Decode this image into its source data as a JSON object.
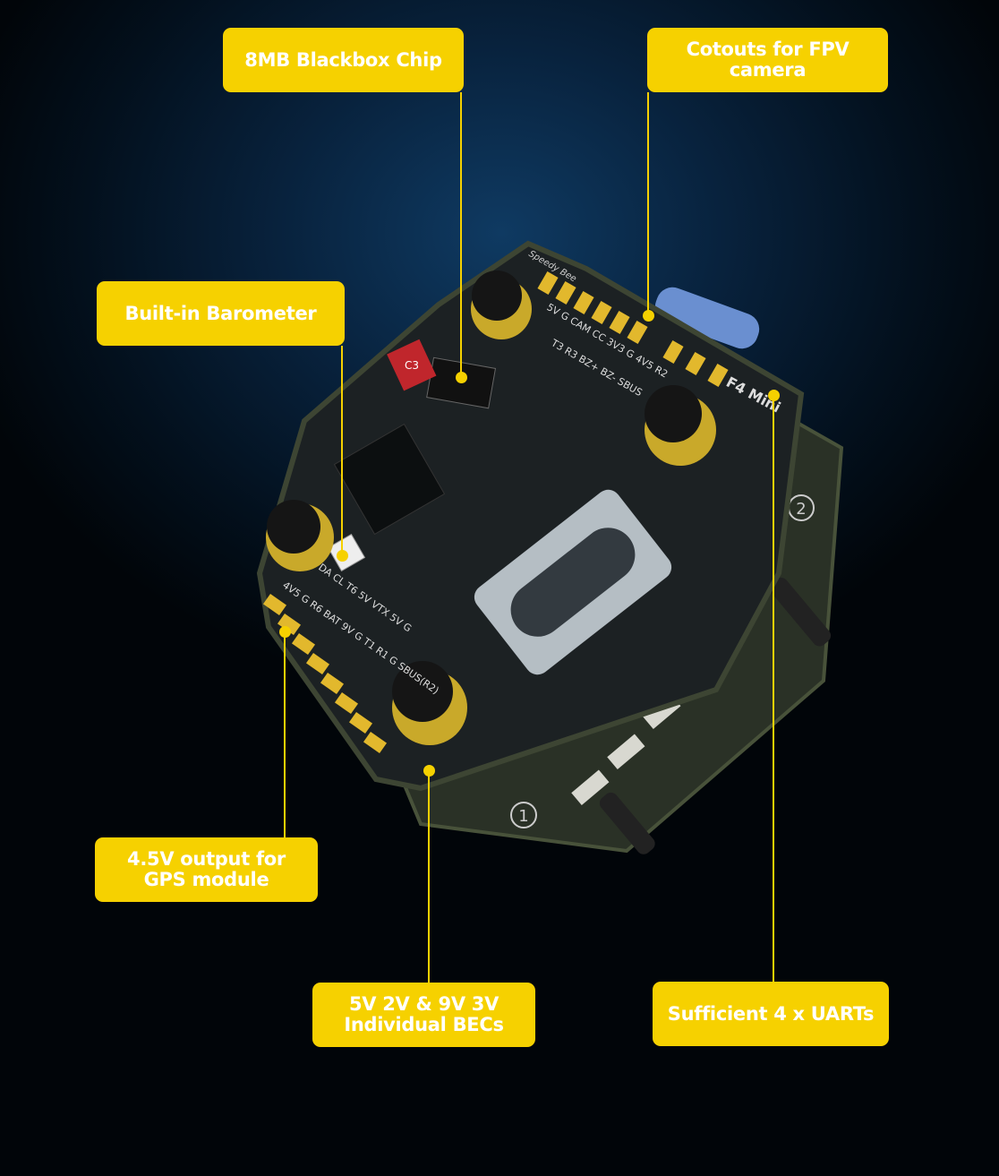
{
  "callouts": {
    "blackbox": "8MB Blackbox Chip",
    "camera": "Cotouts for FPV camera",
    "barometer": "Built-in Barometer",
    "gps": "4.5V output for GPS module",
    "becs": "5V 2V & 9V 3V Individual BECs",
    "uarts": "Sufficient 4 x UARTs"
  },
  "board": {
    "brand": "Speedy Bee",
    "model": "F4 Mini",
    "pads_top": "5V G CAM CC 3V3 G 4V5 R2",
    "pads_top_inner": "T3 R3 BZ+ BZ- SBUS",
    "pads_left": "4V5 G R6 BAT 9V G T1 R1 G SBUS(R2)",
    "pads_mid": "DA CL T6 5V VTX 5V G",
    "chip_label": "C3",
    "esc_marker_1": "1",
    "esc_marker_2": "2"
  },
  "colors": {
    "accent": "#f6d100",
    "board": "#1c2123",
    "standoff": "#c9a92a"
  }
}
